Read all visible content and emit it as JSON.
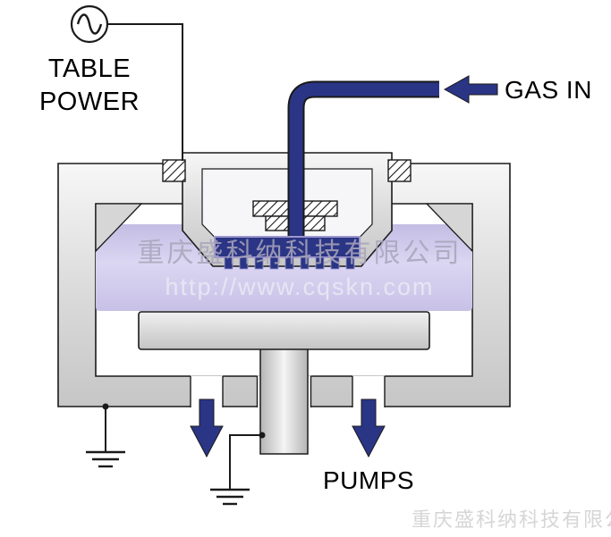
{
  "labels": {
    "table_power_line1": "TABLE",
    "table_power_line2": "POWER",
    "gas_in": "GAS IN",
    "pumps": "PUMPS"
  },
  "watermark": {
    "line1": "重庆盛科纳科技有限公司",
    "line2": "http://www.cqskn.com",
    "corner": "重庆盛科纳科技有限公司"
  },
  "icons": {
    "power_source": "ac-sine-icon",
    "ground": "earth-ground-icon",
    "gas_arrow": "arrow-left-icon",
    "pump_arrow": "arrow-down-icon",
    "seal": "hatched-insulator"
  },
  "colors": {
    "pipe": "#2b3585",
    "outline": "#1a1a1a",
    "plasma": "#cdc6ea",
    "metal": "#d9d9d9",
    "watermark_gray": "#a9a5bb"
  }
}
